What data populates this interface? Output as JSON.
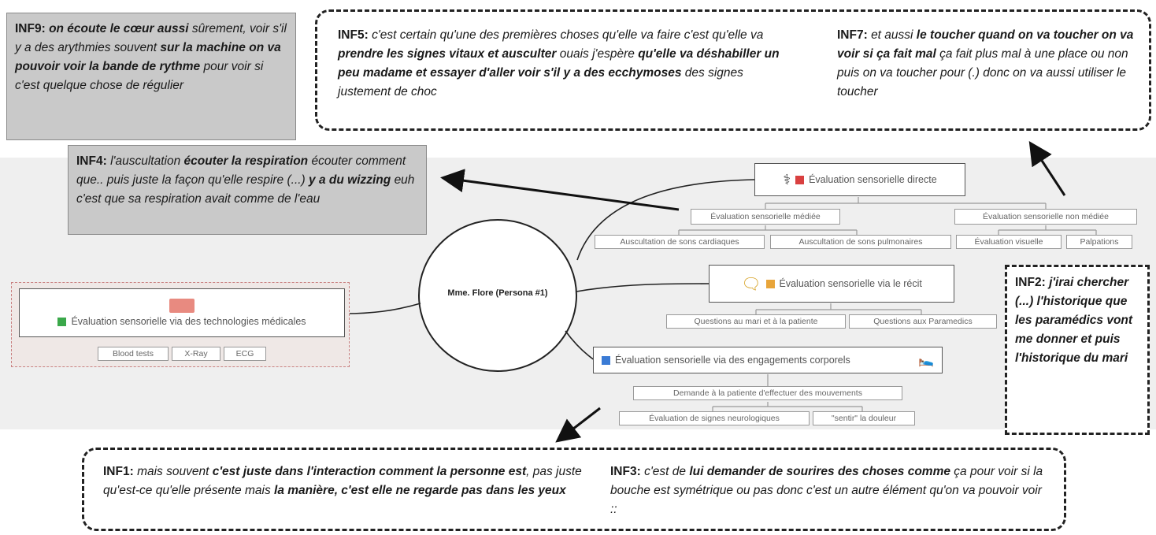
{
  "center": {
    "label": "Mme. Flore (Persona #1)"
  },
  "nodes": {
    "direct": {
      "label": "Évaluation sensorielle directe",
      "color": "#d94040"
    },
    "mediated": {
      "label": "Évaluation sensorielle médiée"
    },
    "non_mediated": {
      "label": "Évaluation sensorielle non médiée"
    },
    "heart": {
      "label": "Auscultation de sons cardiaques"
    },
    "lung": {
      "label": "Auscultation de sons pulmonaires"
    },
    "visual": {
      "label": "Évaluation visuelle"
    },
    "palp": {
      "label": "Palpations"
    },
    "story": {
      "label": "Évaluation sensorielle via le récit",
      "color": "#e8a53a"
    },
    "q_husband": {
      "label": "Questions au mari et à la patiente"
    },
    "q_para": {
      "label": "Questions aux Paramedics"
    },
    "body": {
      "label": "Évaluation sensorielle via des engagements corporels",
      "color": "#3a7bd5"
    },
    "moves": {
      "label": "Demande à la patiente d'effectuer des mouvements"
    },
    "neuro": {
      "label": "Évaluation de signes neurologiques"
    },
    "pain": {
      "label": "\"sentir\" la douleur"
    },
    "tech": {
      "label": "Évaluation sensorielle via des technologies médicales",
      "color": "#3aa84a"
    },
    "blood": {
      "label": "Blood tests"
    },
    "xray": {
      "label": "X-Ray"
    },
    "ecg": {
      "label": "ECG"
    }
  },
  "quotes": {
    "inf9": {
      "code": "INF9:",
      "p1": "on écoute le cœur aussi",
      "p2": "sûrement, voir s'il y a des arythmies souvent",
      "p3": "sur la machine on va pouvoir voir la bande de rythme",
      "p4": "pour voir si c'est quelque chose de régulier"
    },
    "inf4": {
      "code": "INF4:",
      "p1": "l'auscultation",
      "p2": "écouter la respiration",
      "p3": "écouter comment que.. puis juste la façon qu'elle respire (...)",
      "p4": "y a du wizzing",
      "p5": "euh c'est que sa respiration avait comme de l'eau"
    },
    "inf5": {
      "code": "INF5:",
      "p1": "c'est certain qu'une des premières choses qu'elle va faire c'est qu'elle va",
      "p2": "prendre les signes vitaux et ausculter",
      "p3": "ouais j'espère",
      "p4": "qu'elle va déshabiller un peu madame et essayer d'aller voir s'il y a des ecchymoses",
      "p5": "des signes justement de choc"
    },
    "inf7": {
      "code": "INF7:",
      "p1": "et aussi",
      "p2": "le toucher quand on va toucher on va voir si ça fait mal",
      "p3": "ça fait plus mal à une place ou non puis on va toucher pour (.) donc on va aussi utiliser le toucher"
    },
    "inf2": {
      "code": "INF2:",
      "p1": "j'irai chercher (...) l'historique que les paramédics vont me donner et puis l'historique du mari"
    },
    "inf1": {
      "code": "INF1:",
      "p1": "mais souvent",
      "p2": "c'est juste dans l'interaction comment la personne est",
      "p3": ", pas juste qu'est-ce qu'elle présente mais",
      "p4": "la manière, c'est elle ne regarde pas dans les yeux"
    },
    "inf3": {
      "code": "INF3:",
      "p1": "c'est de",
      "p2": "lui demander de sourires des choses comme",
      "p3": "ça pour voir si la bouche est symétrique ou pas donc c'est un autre élément qu'on va pouvoir voir ::"
    }
  }
}
